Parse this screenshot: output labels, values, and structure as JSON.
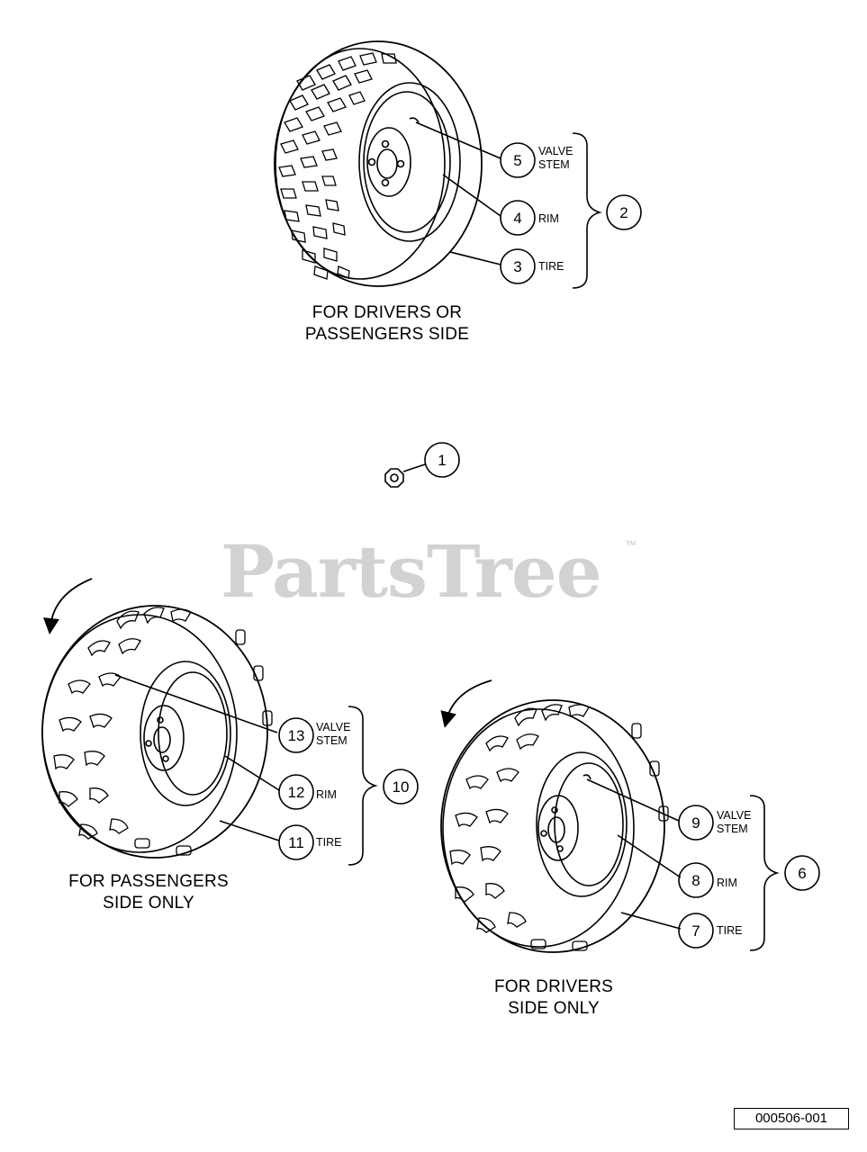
{
  "watermark": {
    "brand": "PartsTree",
    "trademark": "™"
  },
  "figure_number": "000506-001",
  "assemblies": [
    {
      "caption_lines": [
        "FOR DRIVERS OR",
        "PASSENGERS SIDE"
      ],
      "group_number": "2",
      "callouts": [
        {
          "number": "5",
          "text_lines": [
            "VALVE",
            "STEM"
          ]
        },
        {
          "number": "4",
          "text_lines": [
            "RIM"
          ]
        },
        {
          "number": "3",
          "text_lines": [
            "TIRE"
          ]
        }
      ]
    },
    {
      "caption_lines": [
        "FOR PASSENGERS",
        "SIDE ONLY"
      ],
      "group_number": "10",
      "callouts": [
        {
          "number": "13",
          "text_lines": [
            "VALVE",
            "STEM"
          ]
        },
        {
          "number": "12",
          "text_lines": [
            "RIM"
          ]
        },
        {
          "number": "11",
          "text_lines": [
            "TIRE"
          ]
        }
      ]
    },
    {
      "caption_lines": [
        "FOR DRIVERS",
        "SIDE ONLY"
      ],
      "group_number": "6",
      "callouts": [
        {
          "number": "9",
          "text_lines": [
            "VALVE",
            "STEM"
          ]
        },
        {
          "number": "8",
          "text_lines": [
            "RIM"
          ]
        },
        {
          "number": "7",
          "text_lines": [
            "TIRE"
          ]
        }
      ]
    }
  ],
  "lug_nut": {
    "number": "1"
  }
}
